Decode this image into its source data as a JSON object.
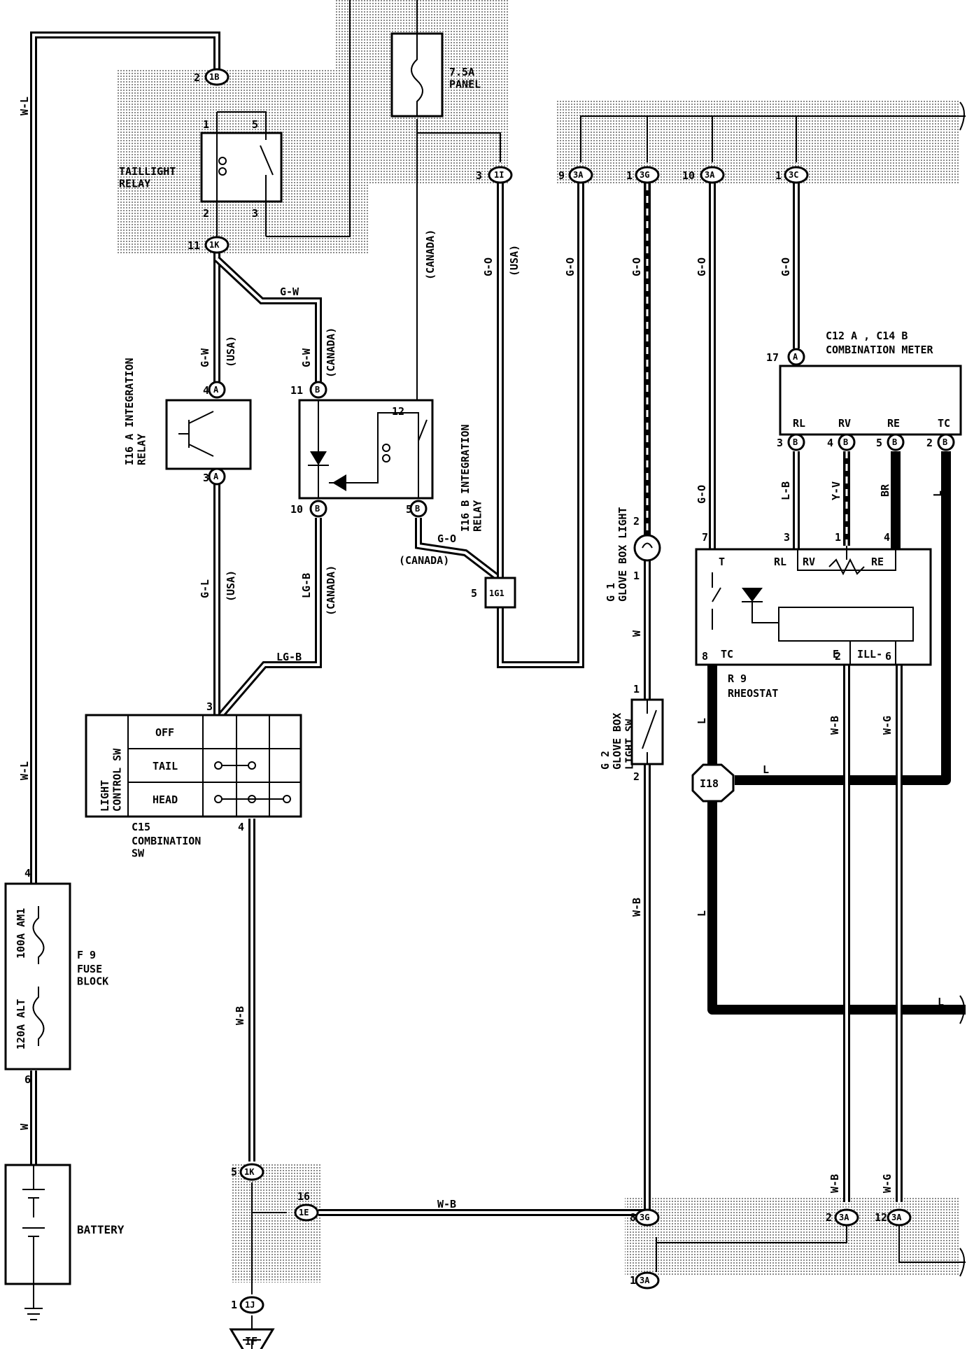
{
  "components": {
    "taillight_relay": "TAILLIGHT\nRELAY",
    "fuse_panel": "7.5A\nPANEL",
    "integration_relay_a": "I16 A INTEGRATION\nRELAY",
    "integration_relay_b": "I16 B INTEGRATION\nRELAY",
    "combination_meter": "COMBINATION METER",
    "combination_meter_id": "C12 A , C14 B",
    "rheostat_id": "R 9",
    "rheostat": "RHEOSTAT",
    "glove_box_light_id": "G 1",
    "glove_box_light": "GLOVE BOX LIGHT",
    "glove_box_light_sw_id": "G 2",
    "glove_box_light_sw": "GLOVE BOX\nLIGHT SW",
    "combination_sw_id": "C15",
    "combination_sw": "COMBINATION\nSW",
    "light_control_sw": "LIGHT\nCONTROL SW",
    "fuse_block_id": "F 9",
    "fuse_block": "FUSE\nBLOCK",
    "fuse_am1": "100A AM1",
    "fuse_alt": "120A ALT",
    "battery": "BATTERY",
    "ground": "IF",
    "i18": "I18"
  },
  "switch_positions": [
    "OFF",
    "TAIL",
    "HEAD"
  ],
  "meter_terminals": [
    "RL",
    "RV",
    "RE",
    "TC"
  ],
  "rheostat_terminals": {
    "t": "T",
    "rl": "RL",
    "rv": "RV",
    "re": "RE",
    "tc": "TC",
    "e": "E",
    "ill": "ILL-"
  },
  "connectors": {
    "c1B": "1B",
    "c1K": "1K",
    "c1I": "1I",
    "c3A": "3A",
    "c3G": "3G",
    "c3C": "3C",
    "c1G1": "1G1",
    "cA": "A",
    "cB": "B",
    "c1E": "1E",
    "c1J": "1J"
  },
  "wire_colors": {
    "wl": "W-L",
    "gw": "G-W",
    "gl": "G-L",
    "lgb": "LG-B",
    "go": "G-O",
    "w": "W",
    "wb": "W-B",
    "lb": "L-B",
    "yv": "Y-V",
    "br": "BR",
    "l": "L",
    "wg": "W-G"
  },
  "region_notes": {
    "usa": "(USA)",
    "canada": "(CANADA)"
  },
  "pin_numbers": {
    "p1": "1",
    "p2": "2",
    "p3": "3",
    "p4": "4",
    "p5": "5",
    "p6": "6",
    "p7": "7",
    "p8": "8",
    "p9": "9",
    "p10": "10",
    "p11": "11",
    "p12": "12",
    "p16": "16",
    "p17": "17"
  }
}
